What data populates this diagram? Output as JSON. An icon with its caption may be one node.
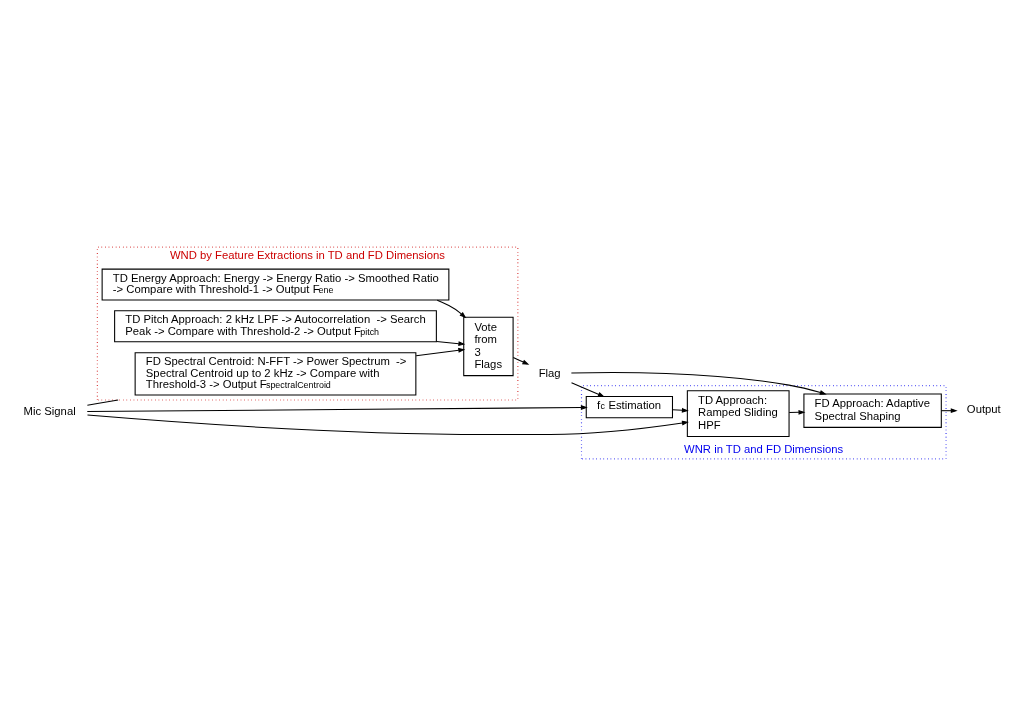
{
  "diagram": {
    "nodes": [
      {
        "text": [
          "WND by Feature Extractions in TD and FD Dimensions"
        ]
      },
      {
        "text": [
          "TD Energy Approach: Energy -> Energy Ratio -> Smoothed Ratio -> Compare with Threshold-1 -> Output F$_{ene}$"
        ],
        "in": 0
      },
      {
        "text": [
          "TD Pitch Approach: 2 kHz LPF -> Autocorrelation  -> Search Peak -> Compare with Threshold-2 -> Output F$_{pitch}$"
        ],
        "in": 0
      },
      {
        "text": [
          "FD Spectral Centroid: N-FFT -> Power Spectrum  -> Spectral Centroid up to 2 kHz -> Compare with Threshold-3 -> Output F$_{spectralCentroid}$"
        ],
        "in": 0
      },
      {
        "text": [
          "Vote from 3 Flags"
        ],
        "in": 0
      },
      {
        "text": [
          "WNR in TD and FD Dimensions"
        ]
      },
      {
        "text": [
          "f$_{c}$ Estimation"
        ],
        "in": 5
      },
      {
        "text": [
          "TD Approach: Ramped Sliding HPF"
        ],
        "in": 5
      },
      {
        "text": [
          "FD Approach: Adaptive Spectral Shaping"
        ],
        "in": 5
      },
      {
        "text": [
          "Mic Signal"
        ]
      },
      {
        "text": [
          "Flag"
        ]
      },
      {
        "text": [
          "Output"
        ]
      }
    ],
    "edges": [
      {
        "from": 9,
        "to": 0,
        "arrow": "none"
      },
      {
        "from": 9,
        "to": 6,
        "arrow": "to"
      },
      {
        "from": 9,
        "to": 7,
        "arrow": "to"
      },
      {
        "from": 1,
        "to": 4,
        "arrow": "to"
      },
      {
        "from": 2,
        "to": 4,
        "arrow": "to"
      },
      {
        "from": 3,
        "to": 4,
        "arrow": "to"
      },
      {
        "from": 4,
        "to": 10,
        "arrow": "to"
      },
      {
        "from": 10,
        "to": 6,
        "arrow": "to"
      },
      {
        "from": 10,
        "to": 8,
        "arrow": "to"
      },
      {
        "from": 6,
        "to": 7,
        "arrow": "to"
      },
      {
        "from": 7,
        "to": 8,
        "arrow": "to"
      },
      {
        "from": 8,
        "to": 11,
        "arrow": "to"
      }
    ]
  }
}
